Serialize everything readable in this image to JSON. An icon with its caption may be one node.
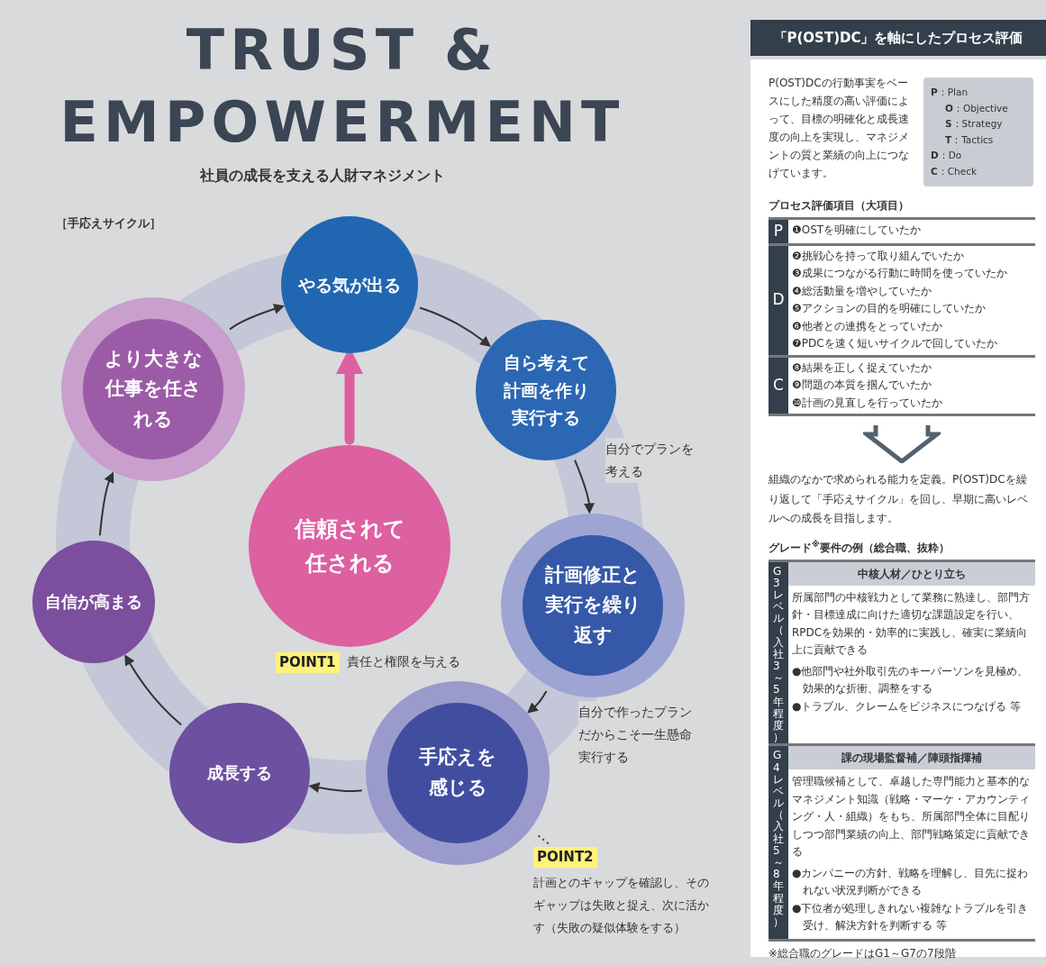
{
  "diagram": {
    "title": "TRUST & EMPOWERMENT",
    "nodes": [
      {
        "text": [
          "やる気が出る"
        ]
      },
      {
        "text": [
          "自ら考えて計画を作り実行する"
        ]
      },
      {
        "text": [
          "計画修正と実行を繰り返す"
        ]
      },
      {
        "text": [
          "手応えを感じる"
        ]
      },
      {
        "text": [
          "成長する"
        ]
      },
      {
        "text": [
          "自信が高まる"
        ]
      },
      {
        "text": [
          "より大きな仕事を任される"
        ]
      },
      {
        "text": [
          "信頼されて任される"
        ]
      },
      {
        "text": [
          "POINT2",
          "計画とのギャップを確認し、そのギャップは失敗と捉え、次に活かす（失敗の疑似体験をする）"
        ]
      },
      {
        "text": [
          "POINT1",
          "責任と権限を与える"
        ]
      }
    ],
    "edges": [
      {
        "from": 0,
        "to": 1,
        "arrow": "to"
      },
      {
        "from": 1,
        "to": 2,
        "arrow": "to",
        "label": "自分でプランを考える"
      },
      {
        "from": 2,
        "to": 3,
        "arrow": "to",
        "label": "自分で作ったプランだからこそ一生懸命実行する"
      },
      {
        "from": 3,
        "to": 4,
        "arrow": "to"
      },
      {
        "from": 4,
        "to": 5,
        "arrow": "to"
      },
      {
        "from": 5,
        "to": 6,
        "arrow": "to"
      },
      {
        "from": 6,
        "to": 0,
        "arrow": "to"
      },
      {
        "from": 7,
        "to": 0,
        "arrow": "to",
        "style": "thick",
        "color": "#dc5fa0"
      },
      {
        "from": 8,
        "to": 3,
        "arrow": "none",
        "style": "dashed"
      }
    ],
    "labels": [
      "社員の成長を支える人財マネジメント",
      "［手応えサイクル］",
      "「P(OST)DC」を軸にしたプロセス評価",
      "P(OST)DCの行動事実をベースにした精度の高い評価によって、目標の明確化と成長速度の向上を実現し、マネジメントの質と業績の向上につなげています。",
      "**P**：Plan",
      "**O**：Objective",
      "**S**：Strategy",
      "**T**：Tactics",
      "**D**：Do",
      "**C**：Check",
      "プロセス評価項目（大項目）",
      "P",
      "❶OSTを明確にしていたか",
      "D",
      "❷挑戦心を持って取り組んでいたか",
      "❸成果につながる行動に時間を使っていたか",
      "❹総活動量を増やしていたか",
      "❺アクションの目的を明確にしていたか",
      "❻他者との連携をとっていたか",
      "❼PDCを速く短いサイクルで回していたか",
      "C",
      "❽結果を正しく捉えていたか",
      "❾問題の本質を掴んでいたか",
      "❿計画の見直しを行っていたか",
      "組織のなかで求められる能力を定義。P(OST)DCを繰り返して「手応えサイクル」を回し、早期に高いレベルへの成長を目指します。",
      "グレード$^{※}$要件の例（総合職、抜粋）",
      "G3レベル（入社3～5年程度）",
      "中核人材／ひとり立ち",
      "所属部門の中核戦力として業務に熟達し、部門方針・目標達成に向けた適切な課題設定を行い、RPDCを効果的・効率的に実践し、確実に業績向上に貢献できる",
      "●他部門や社外取引先のキーパーソンを見極め、効果的な折衝、調整をする",
      "●トラブル、クレームをビジネスにつなげる 等",
      "G4レベル（入社5～8年程度）",
      "課の現場監督補／陣頭指揮補",
      "管理職候補として、卓越した専門能力と基本的なマネジメント知識（戦略・マーケ・アカウンティング・人・組織）をもち、所属部門全体に目配りしつつ部門業績の向上、部門戦略策定に貢献できる",
      "●カンパニーの方針、戦略を理解し、目先に捉われない状況判断ができる",
      "●下位者が処理しきれない複雑なトラブルを引き受け、解決方針を判断する 等",
      "※総合職のグレードはG1～G7の7段階"
    ]
  }
}
